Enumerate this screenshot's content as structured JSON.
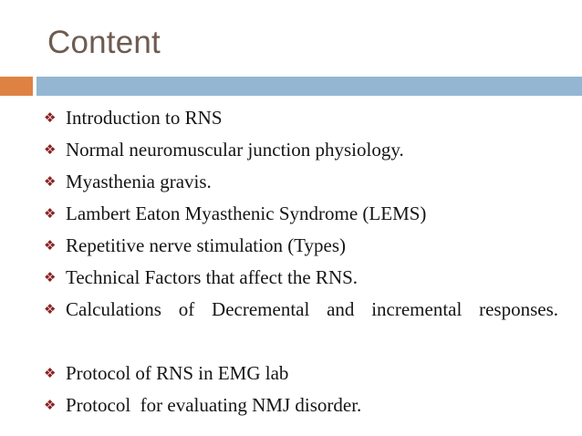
{
  "slide": {
    "title": "Content",
    "title_color": "#6E5B51",
    "background_color": "#ffffff",
    "accent_bar_color": "#DE8244",
    "main_bar_color": "#94B6D2",
    "bullet_glyph": "❖",
    "bullet_color": "#8C2122",
    "body_text_color": "#151515",
    "items": [
      {
        "text": "Introduction to RNS",
        "justified": false
      },
      {
        "text": "Normal neuromuscular junction physiology.",
        "justified": false
      },
      {
        "text": "Myasthenia gravis.",
        "justified": false
      },
      {
        "text": "Lambert Eaton Myasthenic Syndrome (LEMS)",
        "justified": false
      },
      {
        "text": "Repetitive nerve stimulation (Types)",
        "justified": false
      },
      {
        "text": "Technical Factors that affect the RNS.",
        "justified": false
      },
      {
        "text": "Calculations of Decremental and incremental responses.",
        "justified": true
      },
      {
        "text": "Protocol of RNS in EMG lab",
        "justified": false
      },
      {
        "text": "Protocol  for evaluating NMJ disorder.",
        "justified": false
      }
    ]
  }
}
